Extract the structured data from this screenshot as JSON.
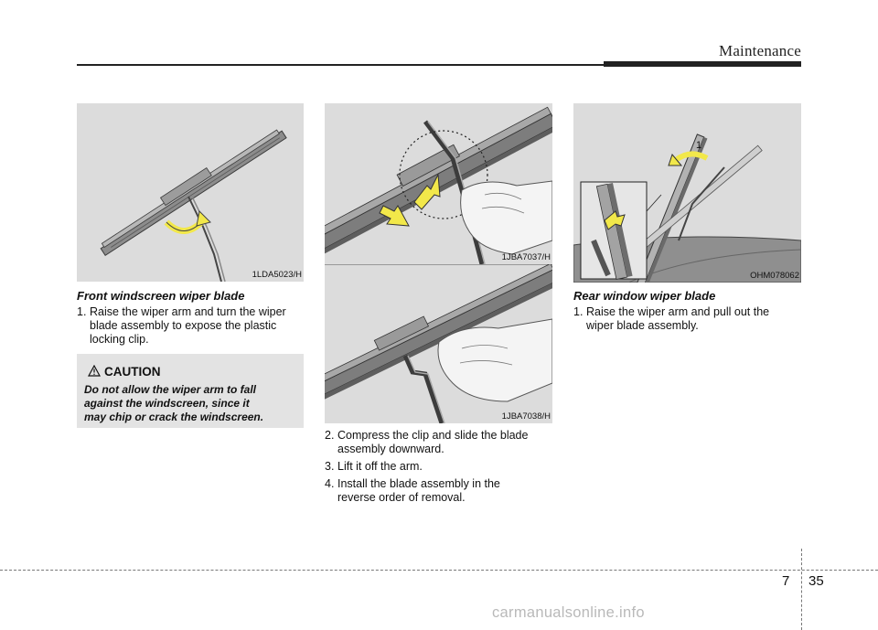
{
  "header": {
    "section": "Maintenance"
  },
  "left": {
    "figure_code": "1LDA5023/H",
    "title": "Front windscreen wiper blade",
    "step1": {
      "num": "1.",
      "lines": [
        "Raise the wiper arm and turn the wiper",
        "blade assembly to expose the plastic",
        "locking clip."
      ]
    },
    "caution": {
      "heading": "CAUTION",
      "lines": [
        "Do not allow the wiper arm to fall",
        "against the windscreen, since it",
        "may chip or crack the windscreen."
      ]
    }
  },
  "middle": {
    "figure1_code": "1JBA7037/H",
    "figure2_code": "1JBA7038/H",
    "steps": [
      {
        "num": "2.",
        "lines": [
          "Compress the clip and slide the blade",
          "assembly downward."
        ]
      },
      {
        "num": "3.",
        "lines": [
          "Lift it off the arm."
        ]
      },
      {
        "num": "4.",
        "lines": [
          "Install the blade assembly in the",
          "reverse order of removal."
        ]
      }
    ]
  },
  "right": {
    "figure_code": "OHM078062",
    "figure_callout": "1",
    "title": "Rear window wiper blade",
    "step1": {
      "num": "1.",
      "lines": [
        "Raise the wiper arm and pull out the",
        "wiper blade assembly."
      ]
    }
  },
  "footer": {
    "chapter": "7",
    "page": "35",
    "watermark": "carmanualsonline.info"
  },
  "colors": {
    "arrow": "#f2e84a",
    "figure_bg": "#dcdcdc",
    "caution_bg": "#e3e3e3"
  }
}
